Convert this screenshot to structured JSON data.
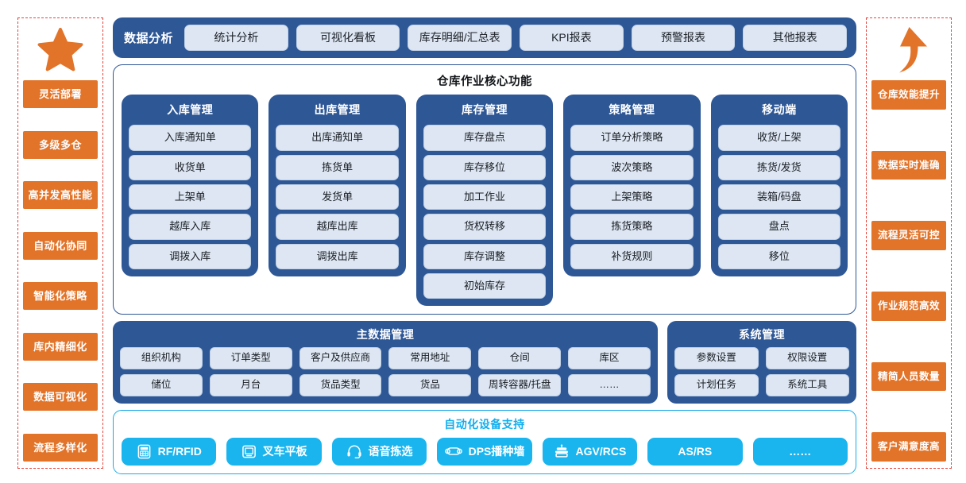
{
  "left_rail": {
    "icon": "star-icon",
    "accent": "#e2742a",
    "items": [
      {
        "label": "灵活部署"
      },
      {
        "label": "多级多仓"
      },
      {
        "label": "高并发高性能"
      },
      {
        "label": "自动化协同"
      },
      {
        "label": "智能化策略"
      },
      {
        "label": "库内精细化"
      },
      {
        "label": "数据可视化"
      },
      {
        "label": "流程多样化"
      }
    ]
  },
  "right_rail": {
    "icon": "up-arrow-icon",
    "accent": "#e2742a",
    "items": [
      {
        "label": "仓库效能提升"
      },
      {
        "label": "数据实时准确"
      },
      {
        "label": "流程灵活可控"
      },
      {
        "label": "作业规范高效"
      },
      {
        "label": "精简人员数量"
      },
      {
        "label": "客户满意度高"
      }
    ]
  },
  "analysis_bar": {
    "title": "数据分析",
    "accent": "#2e5796",
    "chips": [
      {
        "label": "统计分析"
      },
      {
        "label": "可视化看板"
      },
      {
        "label": "库存明细/汇总表"
      },
      {
        "label": "KPI报表"
      },
      {
        "label": "预警报表"
      },
      {
        "label": "其他报表"
      }
    ]
  },
  "core": {
    "title": "仓库作业核心功能",
    "columns": [
      {
        "title": "入库管理",
        "items": [
          {
            "label": "入库通知单"
          },
          {
            "label": "收货单"
          },
          {
            "label": "上架单"
          },
          {
            "label": "越库入库"
          },
          {
            "label": "调拨入库"
          }
        ]
      },
      {
        "title": "出库管理",
        "items": [
          {
            "label": "出库通知单"
          },
          {
            "label": "拣货单"
          },
          {
            "label": "发货单"
          },
          {
            "label": "越库出库"
          },
          {
            "label": "调拨出库"
          }
        ]
      },
      {
        "title": "库存管理",
        "items": [
          {
            "label": "库存盘点"
          },
          {
            "label": "库存移位"
          },
          {
            "label": "加工作业"
          },
          {
            "label": "货权转移"
          },
          {
            "label": "库存调整"
          },
          {
            "label": "初始库存"
          }
        ]
      },
      {
        "title": "策略管理",
        "items": [
          {
            "label": "订单分析策略"
          },
          {
            "label": "波次策略"
          },
          {
            "label": "上架策略"
          },
          {
            "label": "拣货策略"
          },
          {
            "label": "补货规则"
          }
        ]
      },
      {
        "title": "移动端",
        "items": [
          {
            "label": "收货/上架"
          },
          {
            "label": "拣货/发货"
          },
          {
            "label": "装箱/码盘"
          },
          {
            "label": "盘点"
          },
          {
            "label": "移位"
          }
        ]
      }
    ]
  },
  "master_data": {
    "title": "主数据管理",
    "rows": [
      [
        {
          "label": "组织机构"
        },
        {
          "label": "订单类型"
        },
        {
          "label": "客户及供应商"
        },
        {
          "label": "常用地址"
        },
        {
          "label": "仓间"
        },
        {
          "label": "库区"
        }
      ],
      [
        {
          "label": "储位"
        },
        {
          "label": "月台"
        },
        {
          "label": "货品类型"
        },
        {
          "label": "货品"
        },
        {
          "label": "周转容器/托盘"
        },
        {
          "label": "……"
        }
      ]
    ]
  },
  "system": {
    "title": "系统管理",
    "rows": [
      [
        {
          "label": "参数设置"
        },
        {
          "label": "权限设置"
        }
      ],
      [
        {
          "label": "计划任务"
        },
        {
          "label": "系统工具"
        }
      ]
    ]
  },
  "automation": {
    "title": "自动化设备支持",
    "accent": "#1ab4ee",
    "chips": [
      {
        "label": "RF/RFID",
        "icon": "handheld-terminal-icon"
      },
      {
        "label": "叉车平板",
        "icon": "tablet-icon"
      },
      {
        "label": "语音拣选",
        "icon": "headset-icon"
      },
      {
        "label": "DPS播种墙",
        "icon": "dps-wall-icon"
      },
      {
        "label": "AGV/RCS",
        "icon": "agv-robot-icon"
      },
      {
        "label": "AS/RS",
        "icon": ""
      },
      {
        "label": "……",
        "icon": ""
      }
    ]
  }
}
